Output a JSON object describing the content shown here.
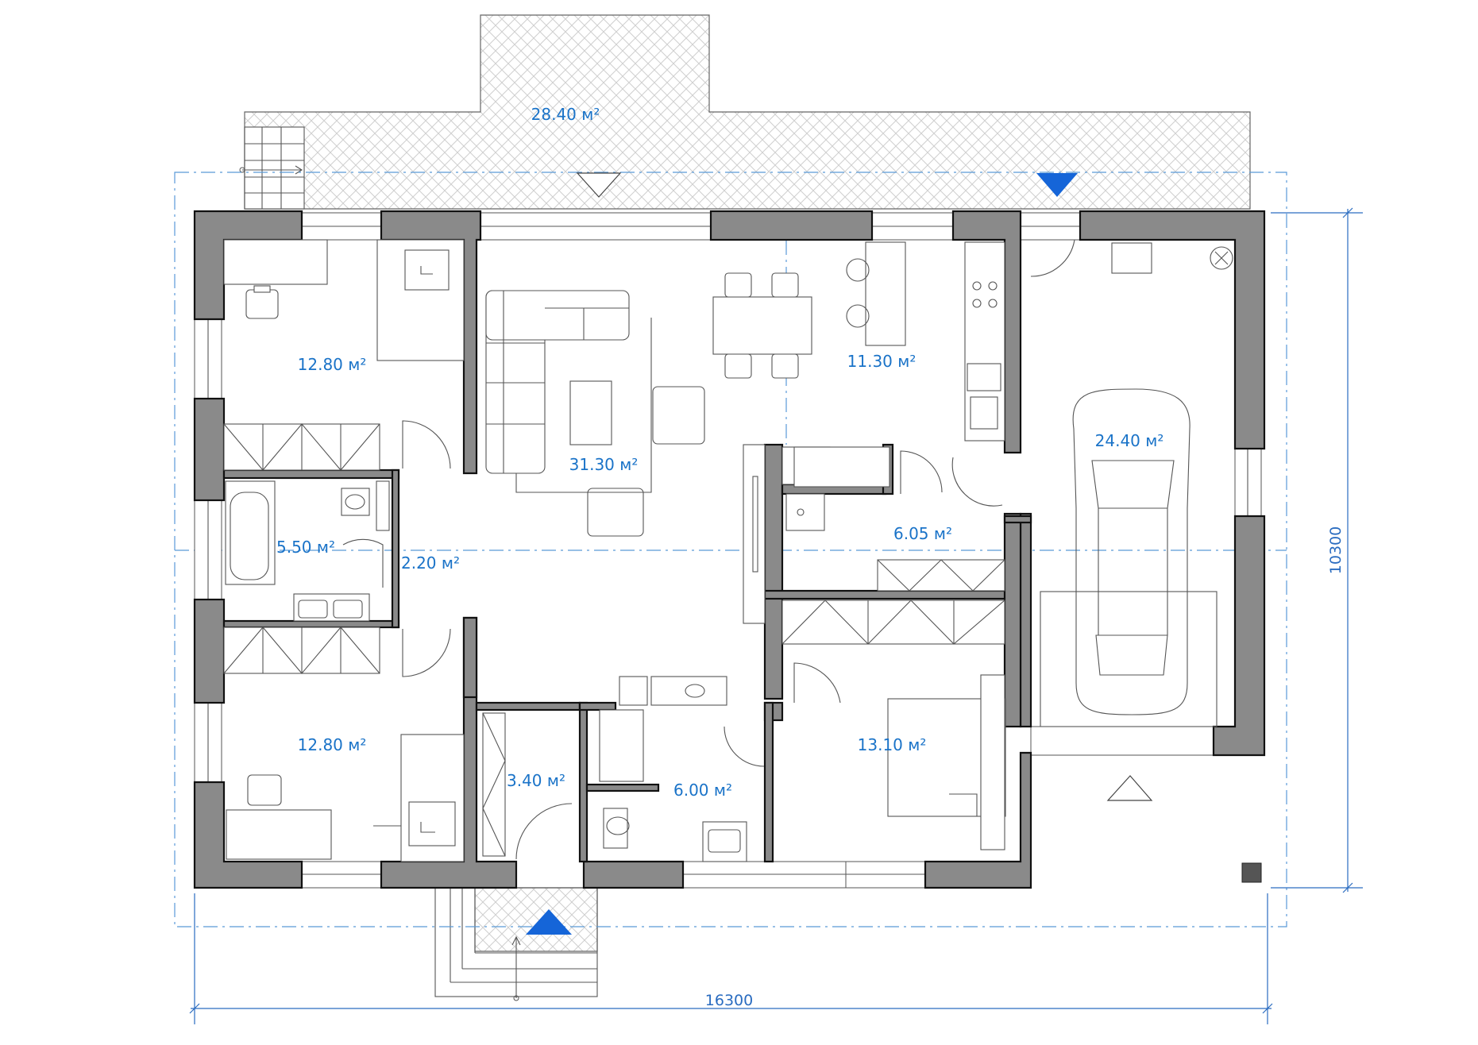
{
  "rooms": {
    "terrace": "28.40 м²",
    "bedroom_nw": "12.80 м²",
    "living": "31.30 м²",
    "kitchen": "11.30 м²",
    "garage": "24.40 м²",
    "bath": "5.50 м²",
    "hall_small": "2.20 м²",
    "utility": "6.05 м²",
    "bedroom_sw": "12.80 м²",
    "entry": "3.40 м²",
    "wc": "6.00 м²",
    "bedroom_se": "13.10 м²"
  },
  "dimensions": {
    "width": "16300",
    "depth": "10300"
  },
  "colors": {
    "wall_fill": "#8a8a8a",
    "label_blue": "#1a73c8",
    "dim_blue": "#2a6cc0",
    "axis_blue": "#5a9ad8",
    "marker_blue": "#1565d8"
  },
  "icons": [
    "entry-marker-icon",
    "terrace-marker-icon",
    "garage-marker-icon"
  ]
}
